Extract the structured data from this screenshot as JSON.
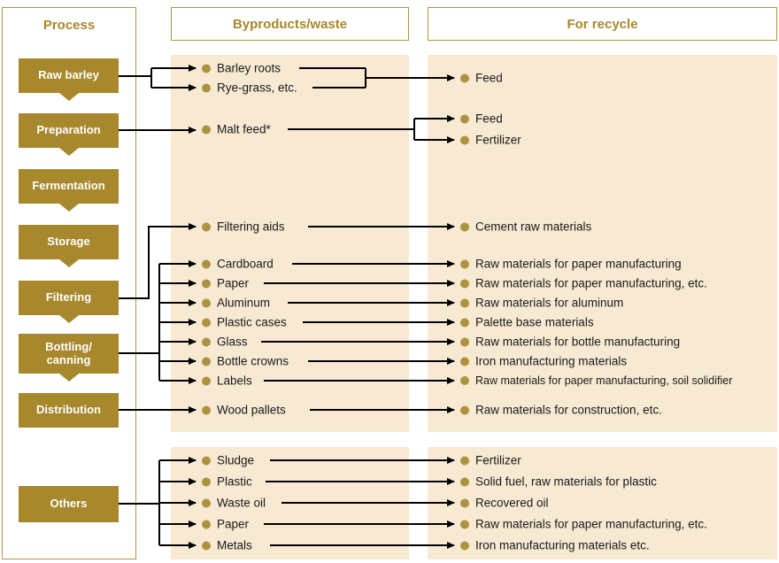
{
  "colors": {
    "gold": "#a7882c",
    "gold_border": "#b3963e",
    "bullet": "#ad9240",
    "beige": "#f7e9d2",
    "text": "#1a1a1a",
    "arrow": "#000000"
  },
  "headers": {
    "process": "Process",
    "byproducts": "Byproducts/waste",
    "recycle": "For recycle"
  },
  "process_steps": [
    {
      "label": "Raw barley"
    },
    {
      "label": "Preparation"
    },
    {
      "label": "Fermentation"
    },
    {
      "label": "Storage"
    },
    {
      "label": "Filtering"
    },
    {
      "label": "Bottling/\ncanning"
    },
    {
      "label": "Distribution"
    },
    {
      "label": "Others"
    }
  ],
  "byproducts": {
    "items": [
      {
        "label": "Barley roots"
      },
      {
        "label": "Rye-grass, etc."
      },
      {
        "label": "Malt feed*"
      },
      {
        "label": "Filtering aids"
      },
      {
        "label": "Cardboard"
      },
      {
        "label": "Paper"
      },
      {
        "label": "Aluminum"
      },
      {
        "label": "Plastic cases"
      },
      {
        "label": "Glass"
      },
      {
        "label": "Bottle crowns"
      },
      {
        "label": "Labels"
      },
      {
        "label": "Wood pallets"
      },
      {
        "label": "Sludge"
      },
      {
        "label": "Plastic"
      },
      {
        "label": "Waste oil"
      },
      {
        "label": "Paper"
      },
      {
        "label": "Metals"
      }
    ]
  },
  "recycle": {
    "items": [
      {
        "label": "Feed"
      },
      {
        "label": "Feed"
      },
      {
        "label": "Fertilizer"
      },
      {
        "label": "Cement raw materials"
      },
      {
        "label": "Raw materials for paper manufacturing"
      },
      {
        "label": "Raw materials for paper manufacturing, etc."
      },
      {
        "label": "Raw materials for aluminum"
      },
      {
        "label": "Palette base materials"
      },
      {
        "label": "Raw materials for bottle manufacturing"
      },
      {
        "label": "Iron manufacturing materials"
      },
      {
        "label": "Raw materials for paper manufacturing, soil solidifier"
      },
      {
        "label": "Raw materials for construction, etc."
      },
      {
        "label": "Fertilizer"
      },
      {
        "label": "Solid fuel, raw materials for plastic"
      },
      {
        "label": "Recovered oil"
      },
      {
        "label": "Raw materials for paper manufacturing, etc."
      },
      {
        "label": "Iron manufacturing materials etc."
      }
    ]
  },
  "flows": [
    {
      "from": "Raw barley",
      "byproducts": [
        "Barley roots",
        "Rye-grass, etc."
      ],
      "recycle": [
        "Feed"
      ]
    },
    {
      "from": "Preparation",
      "byproducts": [
        "Malt feed*"
      ],
      "recycle": [
        "Feed",
        "Fertilizer"
      ]
    },
    {
      "from": "Filtering",
      "byproducts": [
        "Filtering aids"
      ],
      "recycle": [
        "Cement raw materials"
      ]
    },
    {
      "from": "Bottling/canning",
      "byproducts": [
        "Cardboard",
        "Paper",
        "Aluminum",
        "Plastic cases",
        "Glass",
        "Bottle crowns",
        "Labels"
      ],
      "recycle": [
        "Raw materials for paper manufacturing",
        "Raw materials for paper manufacturing, etc.",
        "Raw materials for aluminum",
        "Palette base materials",
        "Raw materials for bottle manufacturing",
        "Iron manufacturing materials",
        "Raw materials for paper manufacturing, soil solidifier"
      ]
    },
    {
      "from": "Distribution",
      "byproducts": [
        "Wood pallets"
      ],
      "recycle": [
        "Raw materials for construction, etc."
      ]
    },
    {
      "from": "Others",
      "byproducts": [
        "Sludge",
        "Plastic",
        "Waste oil",
        "Paper",
        "Metals"
      ],
      "recycle": [
        "Fertilizer",
        "Solid fuel, raw materials for plastic",
        "Recovered oil",
        "Raw materials for paper manufacturing, etc.",
        "Iron manufacturing materials etc."
      ]
    }
  ]
}
